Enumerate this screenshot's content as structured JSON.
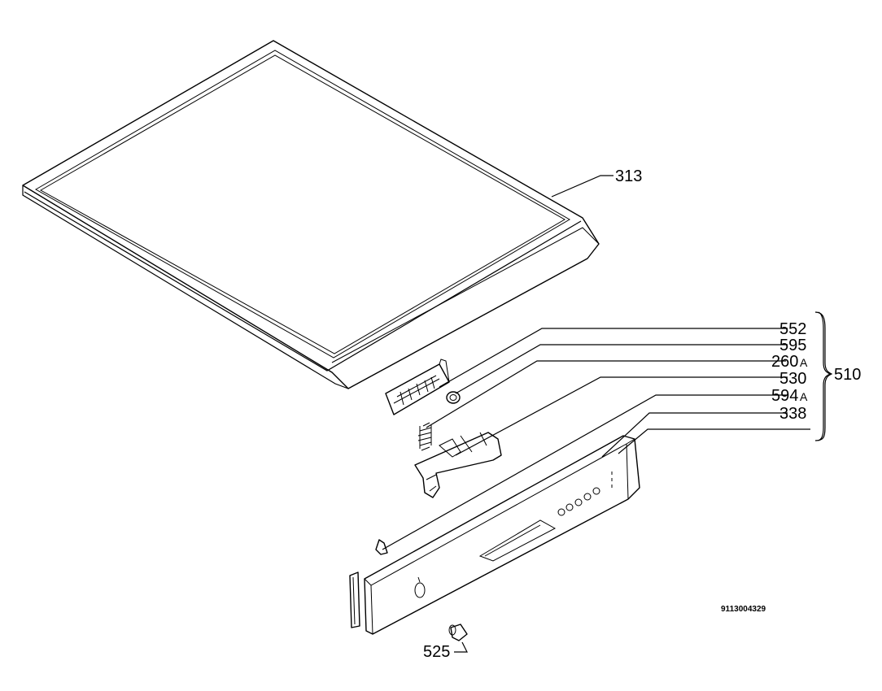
{
  "parts": {
    "p313": "313",
    "p552": "552",
    "p595": "595",
    "p260": "260",
    "p260_suffix": "A",
    "p530": "530",
    "p594": "594",
    "p594_suffix": "A",
    "p338": "338",
    "p510": "510",
    "p525": "525"
  },
  "drawing_number": "9113004329"
}
